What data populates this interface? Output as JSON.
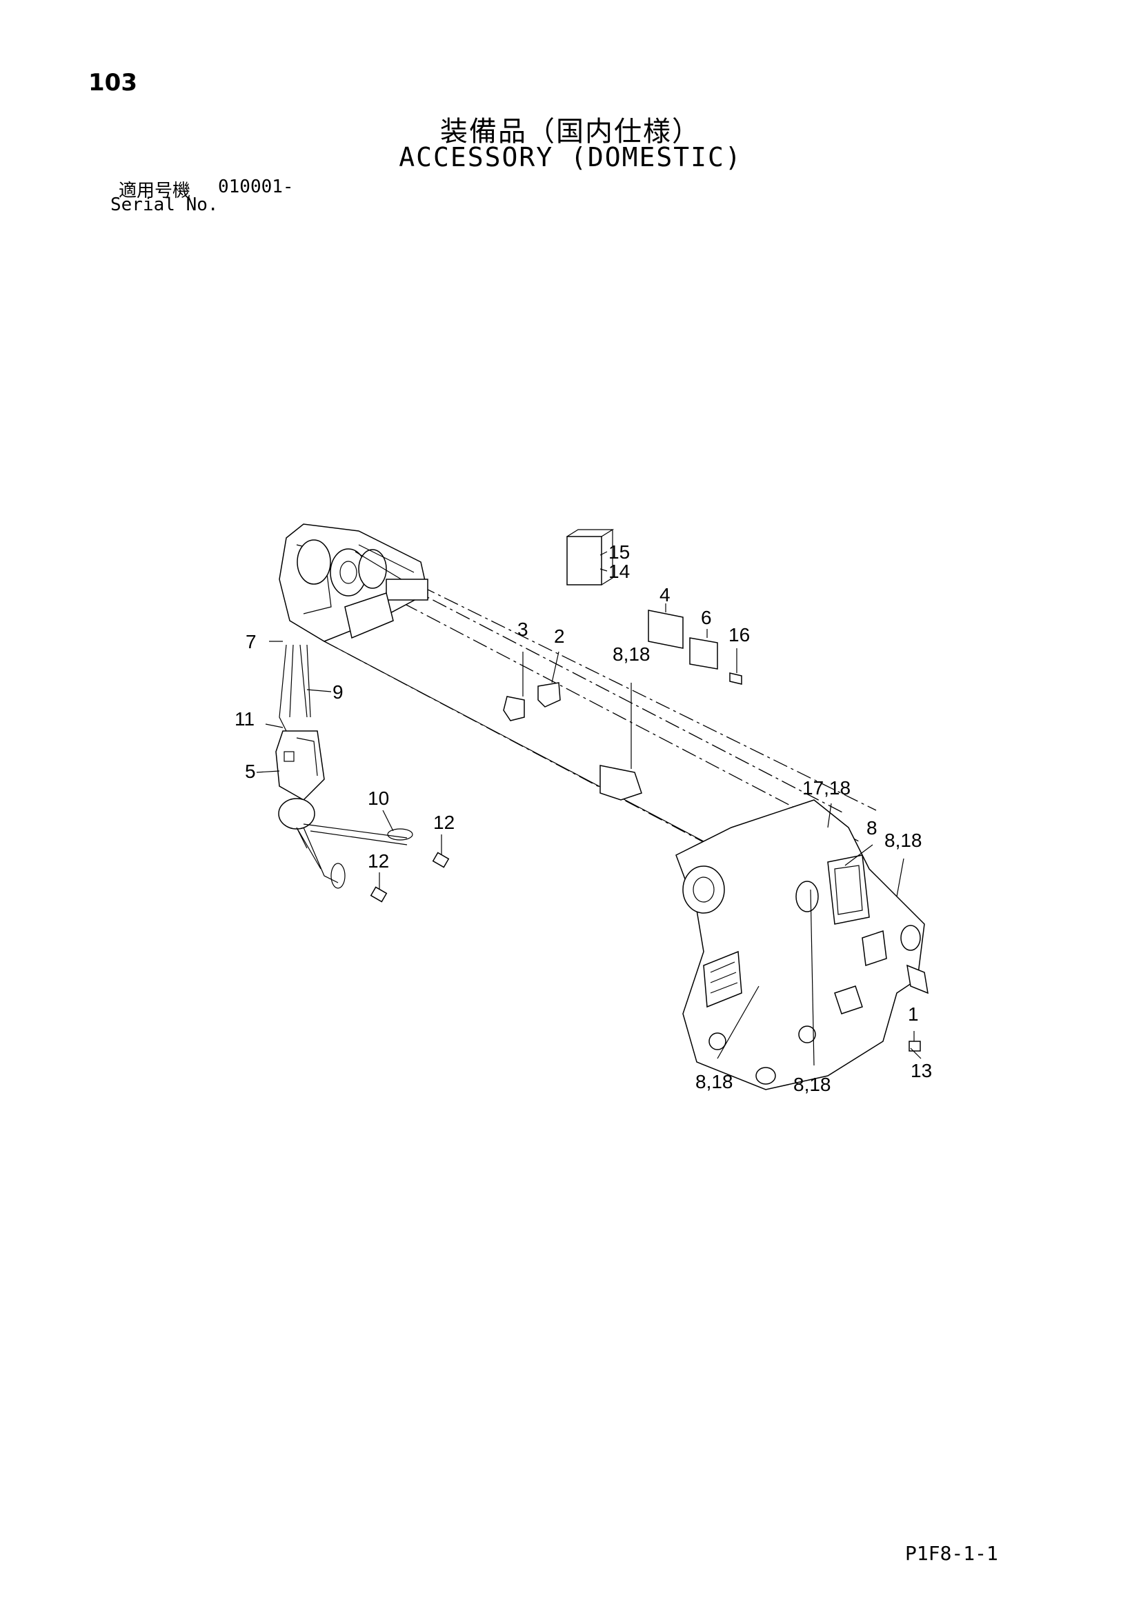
{
  "header": {
    "page_number": "103",
    "title_ja": "装備品（国内仕様）",
    "title_en": "ACCESSORY (DOMESTIC)",
    "serial_label_ja": "適用号機",
    "serial_value": "010001-",
    "serial_label_en": "Serial No."
  },
  "diagram": {
    "callouts": [
      "15",
      "14",
      "4",
      "6",
      "16",
      "3",
      "2",
      "8,18",
      "7",
      "9",
      "11",
      "5",
      "10",
      "12",
      "12",
      "17,18",
      "8",
      "8,18",
      "1",
      "13",
      "8,18",
      "8,18"
    ]
  },
  "footer": {
    "page_code": "P1F8-1-1"
  }
}
